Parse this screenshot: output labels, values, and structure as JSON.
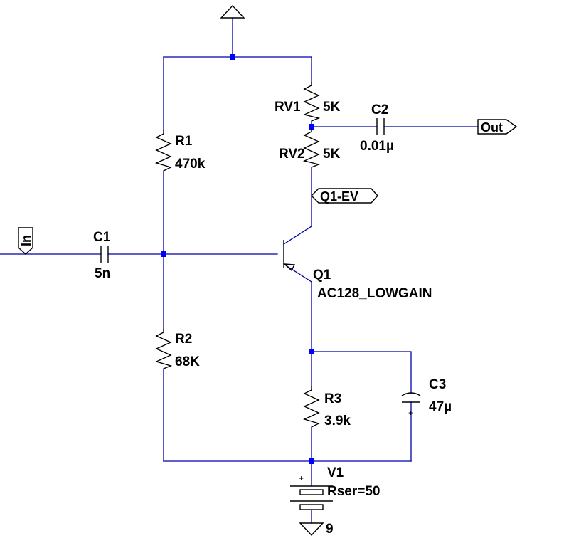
{
  "schematic": {
    "components": {
      "r1": {
        "ref": "R1",
        "value": "470k"
      },
      "r2": {
        "ref": "R2",
        "value": "68K"
      },
      "r3": {
        "ref": "R3",
        "value": "3.9k"
      },
      "rv1": {
        "ref": "RV1",
        "value": "5K"
      },
      "rv2": {
        "ref": "RV2",
        "value": "5K"
      },
      "c1": {
        "ref": "C1",
        "value": "5n"
      },
      "c2": {
        "ref": "C2",
        "value": "0.01µ"
      },
      "c3": {
        "ref": "C3",
        "value": "47µ",
        "polarity": "+"
      },
      "q1": {
        "ref": "Q1",
        "value": "AC128_LOWGAIN"
      },
      "v1": {
        "ref": "V1",
        "value": "Rser=50",
        "voltage": "9",
        "polarity": "+"
      }
    },
    "net_labels": {
      "input": "In",
      "output": "Out",
      "probe": "Q1-EV"
    },
    "colors": {
      "wire": "#0000aa",
      "junction": "#0000ff",
      "part": "#000000"
    }
  }
}
